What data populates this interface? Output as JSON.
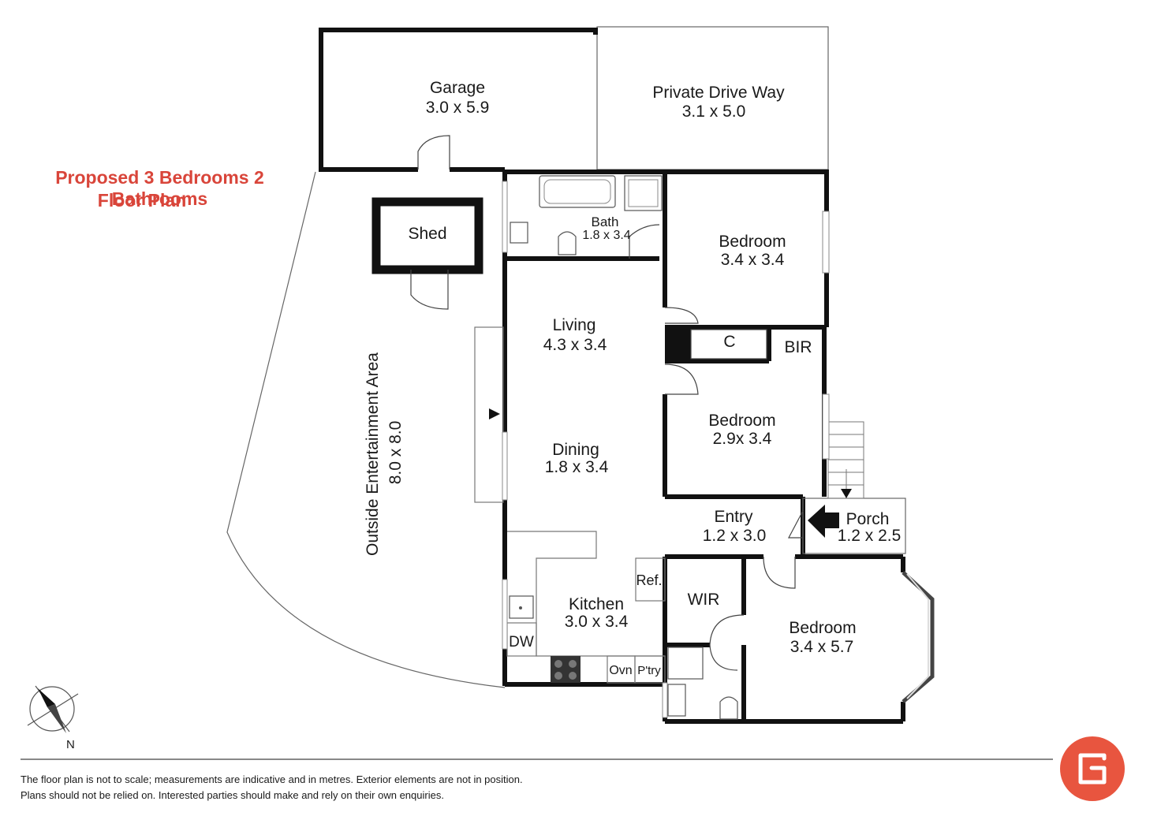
{
  "heading": {
    "line1": "Proposed 3 Bedrooms 2 Bathrooms",
    "line2": "Floor Plan",
    "color": "#d9453a"
  },
  "rooms": {
    "garage": {
      "name": "Garage",
      "size": "3.0 x 5.9"
    },
    "driveway": {
      "name": "Private Drive Way",
      "size": "3.1 x 5.0"
    },
    "shed": {
      "name": "Shed"
    },
    "bath": {
      "name": "Bath",
      "size": "1.8 x 3.4"
    },
    "bedroom1": {
      "name": "Bedroom",
      "size": "3.4 x 3.4"
    },
    "living": {
      "name": "Living",
      "size": "4.3 x 3.4"
    },
    "closet": {
      "name": "C"
    },
    "bir": {
      "name": "BIR"
    },
    "bedroom2": {
      "name": "Bedroom",
      "size": "2.9x 3.4"
    },
    "dining": {
      "name": "Dining",
      "size": "1.8 x 3.4"
    },
    "outside": {
      "name": "Outside Entertainment Area",
      "size": "8.0 x 8.0"
    },
    "entry": {
      "name": "Entry",
      "size": "1.2 x 3.0"
    },
    "porch": {
      "name": "Porch",
      "size": "1.2 x 2.5"
    },
    "kitchen": {
      "name": "Kitchen",
      "size": "3.0 x 3.4"
    },
    "ref": {
      "name": "Ref."
    },
    "wir": {
      "name": "WIR"
    },
    "bedroom3": {
      "name": "Bedroom",
      "size": "3.4 x 5.7"
    },
    "dw": {
      "name": "DW"
    },
    "oven": {
      "name": "Ovn"
    },
    "pantry": {
      "name": "P'try"
    }
  },
  "compass": {
    "label": "N",
    "icon": "compass-icon"
  },
  "disclaimer": {
    "line1": "The floor plan is not to scale; measurements are indicative and in metres. Exterior elements are not in position.",
    "line2": "Plans should not be relied on. Interested parties should make and rely on their own enquiries."
  },
  "logo": {
    "icon": "brand-logo-icon",
    "color": "#e8553f"
  }
}
